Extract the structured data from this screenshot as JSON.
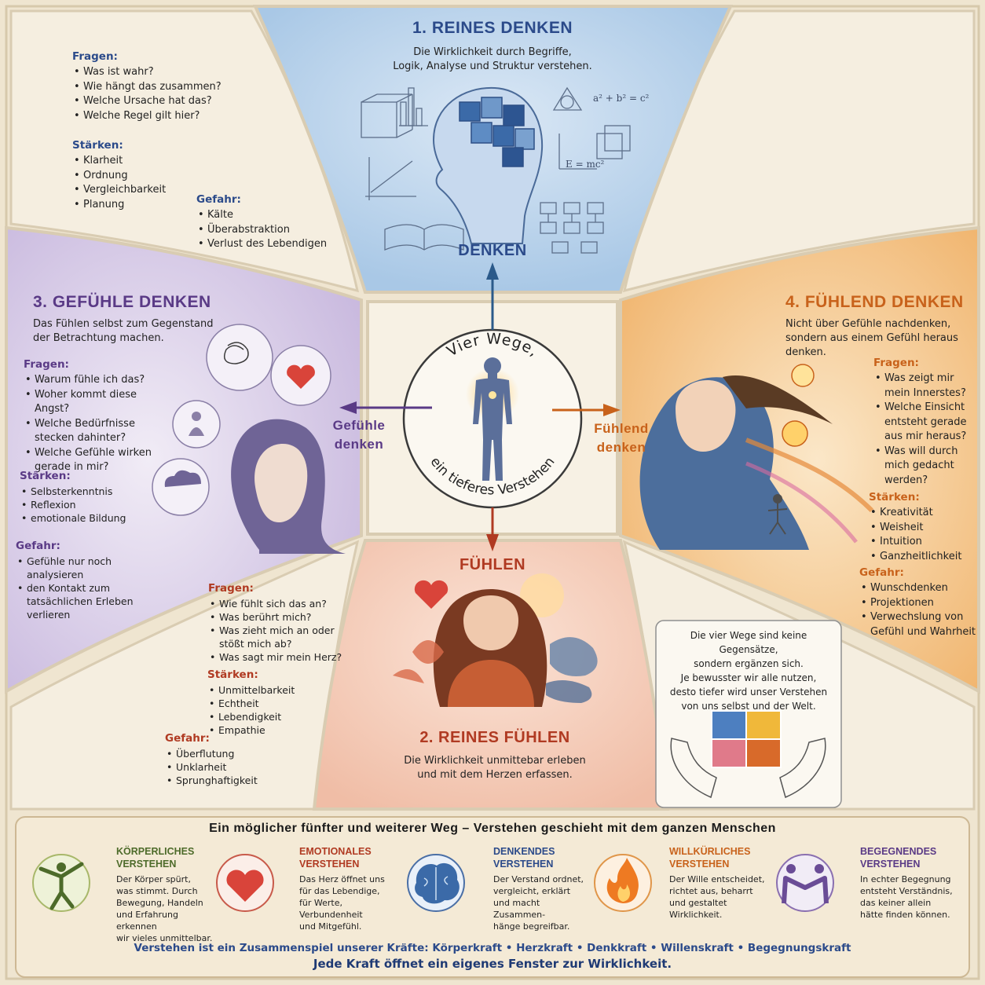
{
  "colors": {
    "blue": "#2b4a8a",
    "purple": "#5a3a86",
    "red": "#b03a22",
    "orange": "#c8621b",
    "paper": "#f2ead9"
  },
  "q1": {
    "title": "1. REINES DENKEN",
    "subtitle": [
      "Die Wirklichkeit durch Begriffe,",
      "Logik, Analyse und Struktur verstehen."
    ],
    "label": "DENKEN",
    "formula1": "a² + b² = c²",
    "formula2": "E = mc²"
  },
  "q1_left": {
    "questions_head": "Fragen:",
    "questions": [
      "Was ist wahr?",
      "Wie hängt das zusammen?",
      "Welche Ursache hat das?",
      "Welche Regel gilt hier?"
    ],
    "strengths_head": "Stärken:",
    "strengths": [
      "Klarheit",
      "Ordnung",
      "Vergleichbarkeit",
      "Planung"
    ],
    "danger_head": "Gefahr:",
    "danger": [
      "Kälte",
      "Überabstraktion",
      "Verlust des Lebendigen"
    ]
  },
  "q3": {
    "title": "3. GEFÜHLE DENKEN",
    "subtitle": [
      "Das Fühlen selbst zum Gegenstand",
      "der Betrachtung machen."
    ],
    "questions_head": "Fragen:",
    "questions": [
      "Warum fühle ich das?",
      "Woher kommt diese Angst?",
      "Welche Bedürfnisse stecken dahinter?",
      "Welche Gefühle wirken gerade in mir?"
    ],
    "strengths_head": "Stärken:",
    "strengths": [
      "Selbsterkenntnis",
      "Reflexion",
      "emotionale Bildung"
    ],
    "danger_head": "Gefahr:",
    "danger": [
      "Gefühle nur noch analysieren",
      "den Kontakt zum tatsächlichen Erleben verlieren"
    ],
    "arrow_label": [
      "Gefühle",
      "denken"
    ]
  },
  "q4": {
    "title": "4. FÜHLEND DENKEN",
    "subtitle": [
      "Nicht über Gefühle nachdenken,",
      "sondern aus einem Gefühl heraus denken."
    ],
    "questions_head": "Fragen:",
    "questions": [
      "Was zeigt mir mein Innerstes?",
      "Welche Einsicht entsteht gerade aus mir heraus?",
      "Was will durch mich gedacht werden?"
    ],
    "strengths_head": "Stärken:",
    "strengths": [
      "Kreativität",
      "Weisheit",
      "Intuition",
      "Ganzheitlichkeit"
    ],
    "danger_head": "Gefahr:",
    "danger": [
      "Wunschdenken",
      "Projektionen",
      "Verwechslung von Gefühl und Wahrheit"
    ],
    "arrow_label": [
      "Fühlend",
      "denken"
    ]
  },
  "q2": {
    "label": "FÜHLEN",
    "title": "2. REINES FÜHLEN",
    "subtitle": [
      "Die Wirklichkeit unmittebar erleben",
      "und mit dem Herzen erfassen."
    ],
    "questions_head": "Fragen:",
    "questions": [
      "Wie fühlt sich das an?",
      "Was berührt mich?",
      "Was zieht mich an oder stößt mich ab?",
      "Was sagt mir mein Herz?"
    ],
    "strengths_head": "Stärken:",
    "strengths": [
      "Unmittelbarkeit",
      "Echtheit",
      "Lebendigkeit",
      "Empathie"
    ],
    "danger_head": "Gefahr:",
    "danger": [
      "Überflutung",
      "Unklarheit",
      "Sprunghaftigkeit"
    ]
  },
  "center": {
    "arc_top": "Vier Wege,",
    "arc_bottom": "ein tieferes Verstehen"
  },
  "note": {
    "text": [
      "Die vier Wege sind keine Gegensätze,",
      "sondern ergänzen sich.",
      "Je bewusster wir alle nutzen,",
      "desto tiefer wird unser Verstehen",
      "von uns selbst und der Welt."
    ]
  },
  "bottom": {
    "title": "Ein möglicher fünfter und weiterer Weg – Verstehen geschieht mit dem ganzen Menschen",
    "cards": [
      {
        "title": [
          "KÖRPERLICHES",
          "VERSTEHEN"
        ],
        "text": [
          "Der Körper spürt,",
          "was stimmt. Durch",
          "Bewegung, Handeln",
          "und Erfahrung erkennen",
          "wir vieles unmittelbar."
        ],
        "color": "#4d6b2a",
        "icon": "body-icon"
      },
      {
        "title": [
          "EMOTIONALES",
          "VERSTEHEN"
        ],
        "text": [
          "Das Herz öffnet uns",
          "für das Lebendige,",
          "für Werte, Verbundenheit",
          "und Mitgefühl."
        ],
        "color": "#b03a22",
        "icon": "heart-icon"
      },
      {
        "title": [
          "DENKENDES",
          "VERSTEHEN"
        ],
        "text": [
          "Der Verstand ordnet,",
          "vergleicht, erklärt",
          "und macht Zusammen-",
          "hänge begreifbar."
        ],
        "color": "#2b4a8a",
        "icon": "brain-icon"
      },
      {
        "title": [
          "WILLKÜRLICHES",
          "VERSTEHEN"
        ],
        "text": [
          "Der Wille entscheidet,",
          "richtet aus, beharrt",
          "und gestaltet",
          "Wirklichkeit."
        ],
        "color": "#c8621b",
        "icon": "flame-icon"
      },
      {
        "title": [
          "BEGEGNENDES",
          "VERSTEHEN"
        ],
        "text": [
          "In echter Begegnung",
          "entsteht Verständnis,",
          "das keiner allein",
          "hätte finden können."
        ],
        "color": "#5a3a86",
        "icon": "handshake-icon"
      }
    ],
    "footer1_prefix": "Verstehen ist ein Zusammenspiel unserer Kräfte:",
    "footer1_items": [
      "Körperkraft",
      "Herzkraft",
      "Denkkraft",
      "Willenskraft",
      "Begegnungskraft"
    ],
    "footer2": "Jede Kraft öffnet ein eigenes Fenster zur Wirklichkeit."
  }
}
